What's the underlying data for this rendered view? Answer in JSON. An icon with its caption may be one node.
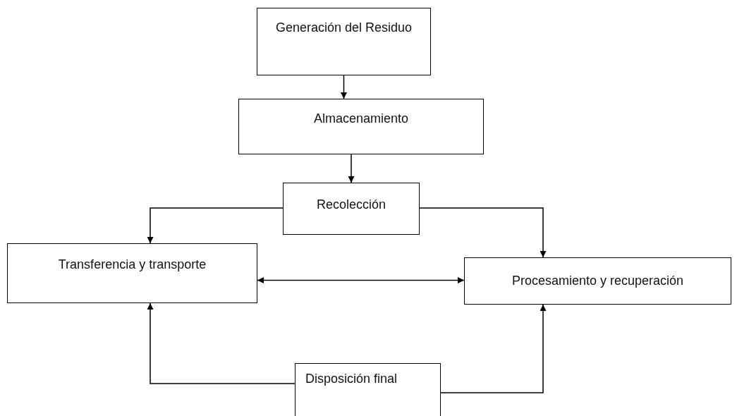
{
  "diagram": {
    "nodes": [
      {
        "text": [
          "Generación del Residuo"
        ]
      },
      {
        "text": [
          "Almacenamiento"
        ]
      },
      {
        "text": [
          "Recolección"
        ]
      },
      {
        "text": [
          "Transferencia y transporte"
        ]
      },
      {
        "text": [
          "Procesamiento y recuperación"
        ]
      },
      {
        "text": [
          "Disposición final"
        ]
      }
    ],
    "edges": [
      {
        "from": 0,
        "to": 1,
        "arrow": "to"
      },
      {
        "from": 1,
        "to": 2,
        "arrow": "to"
      },
      {
        "from": 2,
        "to": 3,
        "arrow": "to"
      },
      {
        "from": 2,
        "to": 4,
        "arrow": "to"
      },
      {
        "from": 3,
        "to": 4,
        "arrow": "both"
      },
      {
        "from": 5,
        "to": 3,
        "arrow": "to"
      },
      {
        "from": 5,
        "to": 4,
        "arrow": "to"
      }
    ]
  }
}
